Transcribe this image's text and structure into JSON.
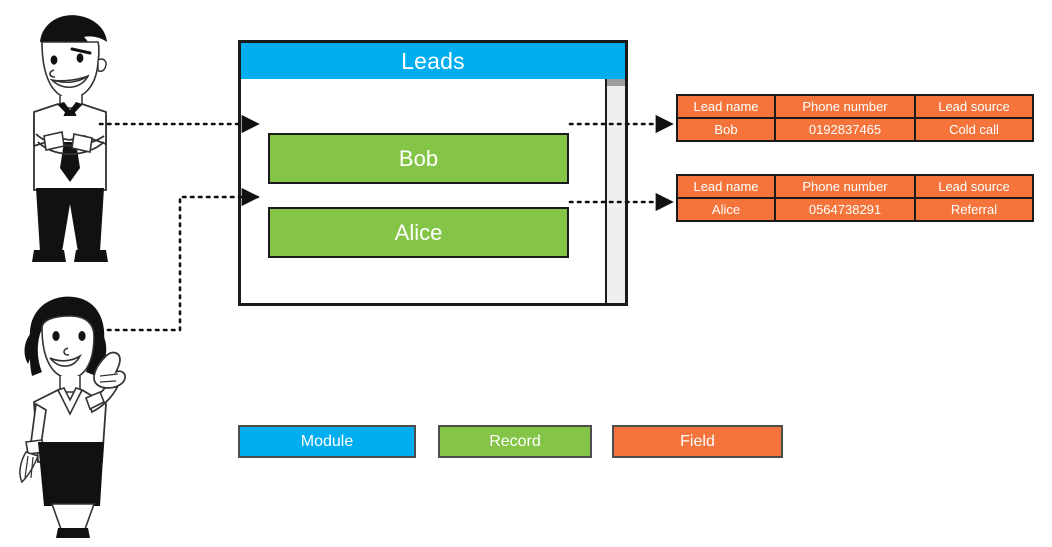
{
  "module": {
    "title": "Leads",
    "records": [
      {
        "label": "Bob"
      },
      {
        "label": "Alice"
      }
    ]
  },
  "field_tables": [
    {
      "for_record": "Bob",
      "headers": [
        "Lead name",
        "Phone number",
        "Lead source"
      ],
      "row": [
        "Bob",
        "0192837465",
        "Cold call"
      ]
    },
    {
      "for_record": "Alice",
      "headers": [
        "Lead name",
        "Phone number",
        "Lead source"
      ],
      "row": [
        "Alice",
        "0564738291",
        "Referral"
      ]
    }
  ],
  "legend": [
    {
      "label": "Module",
      "color": "#00AEEF"
    },
    {
      "label": "Record",
      "color": "#84C446"
    },
    {
      "label": "Field",
      "color": "#F4743B"
    }
  ],
  "people": [
    {
      "name": "male-user-figure"
    },
    {
      "name": "female-user-figure"
    }
  ],
  "colors": {
    "module_blue": "#00AEEF",
    "record_green": "#84C446",
    "field_orange": "#F4743B",
    "outline": "#1a1a1a",
    "scrollbar_track": "#efefef",
    "scrollbar_cap": "#9d9d9d"
  }
}
